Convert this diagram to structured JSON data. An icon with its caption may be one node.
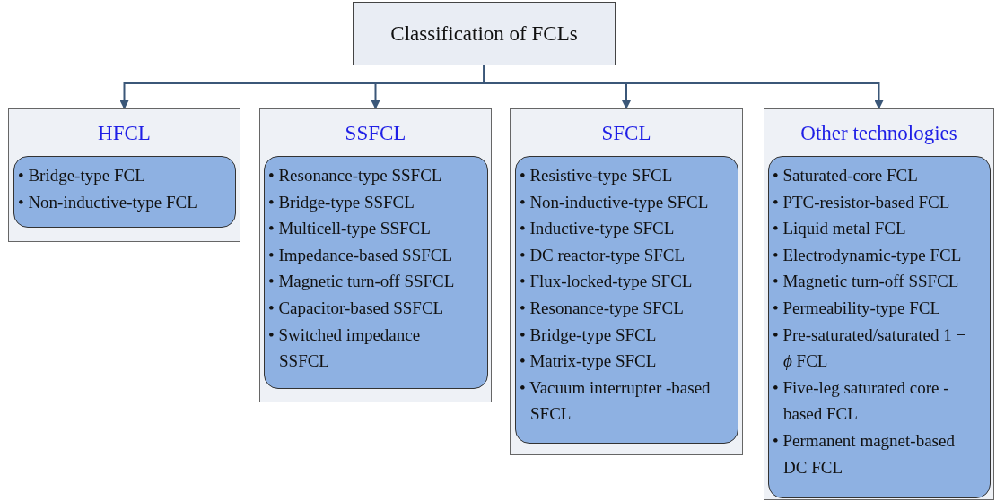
{
  "diagram": {
    "nodes": [
      {
        "text": [
          "Classification of FCLs"
        ]
      },
      {
        "text": [
          "HFCL"
        ]
      },
      {
        "text": [
          "• Bridge-type FCL",
          "• Non-inductive-type FCL"
        ],
        "in": 1
      },
      {
        "text": [
          "SSFCL"
        ]
      },
      {
        "text": [
          "• Resonance-type SSFCL",
          "• Bridge-type SSFCL",
          "• Multicell-type SSFCL",
          "• Impedance-based SSFCL",
          "• Magnetic turn-off SSFCL",
          "• Capacitor-based SSFCL",
          "• Switched impedance SSFCL"
        ],
        "in": 3
      },
      {
        "text": [
          "SFCL"
        ]
      },
      {
        "text": [
          "• Resistive-type SFCL",
          "• Non-inductive-type SFCL",
          "• Inductive-type SFCL",
          "• DC reactor-type SFCL",
          "• Flux-locked-type SFCL",
          "• Resonance-type SFCL",
          "• Bridge-type SFCL",
          "• Matrix-type SFCL",
          "• Vacuum interrupter -based SFCL"
        ],
        "in": 5
      },
      {
        "text": [
          "Other technologies"
        ]
      },
      {
        "text": [
          "• Saturated-core FCL",
          "• PTC-resistor-based FCL",
          "• Liquid metal FCL",
          "• Electrodynamic-type FCL",
          "• Magnetic turn-off SSFCL",
          "• Permeability-type FCL",
          "• Pre-saturated/saturated 1 − *ϕ* FCL",
          "• Five-leg saturated core -based FCL",
          "• Permanent magnet-based DC FCL"
        ],
        "in": 7
      }
    ],
    "edges": [
      {
        "from": 0,
        "to": 1,
        "arrow": "to"
      },
      {
        "from": 0,
        "to": 3,
        "arrow": "to"
      },
      {
        "from": 0,
        "to": 5,
        "arrow": "to"
      },
      {
        "from": 0,
        "to": 7,
        "arrow": "to"
      }
    ]
  }
}
